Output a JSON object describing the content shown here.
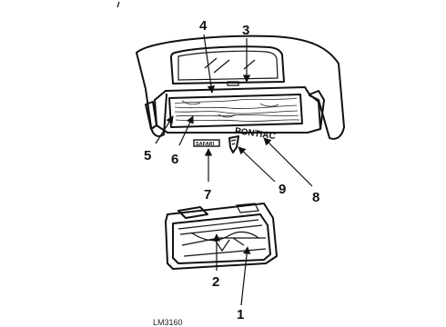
{
  "diagram": {
    "callouts": [
      {
        "id": "c1",
        "label": "1"
      },
      {
        "id": "c2",
        "label": "2"
      },
      {
        "id": "c3",
        "label": "3"
      },
      {
        "id": "c4",
        "label": "4"
      },
      {
        "id": "c5",
        "label": "5"
      },
      {
        "id": "c6",
        "label": "6"
      },
      {
        "id": "c7",
        "label": "7"
      },
      {
        "id": "c8",
        "label": "8"
      },
      {
        "id": "c9",
        "label": "9"
      }
    ],
    "emblem_nameplate": "PONTIAC",
    "model_nameplate": "SAFARI",
    "figure_code": "LM3160"
  }
}
